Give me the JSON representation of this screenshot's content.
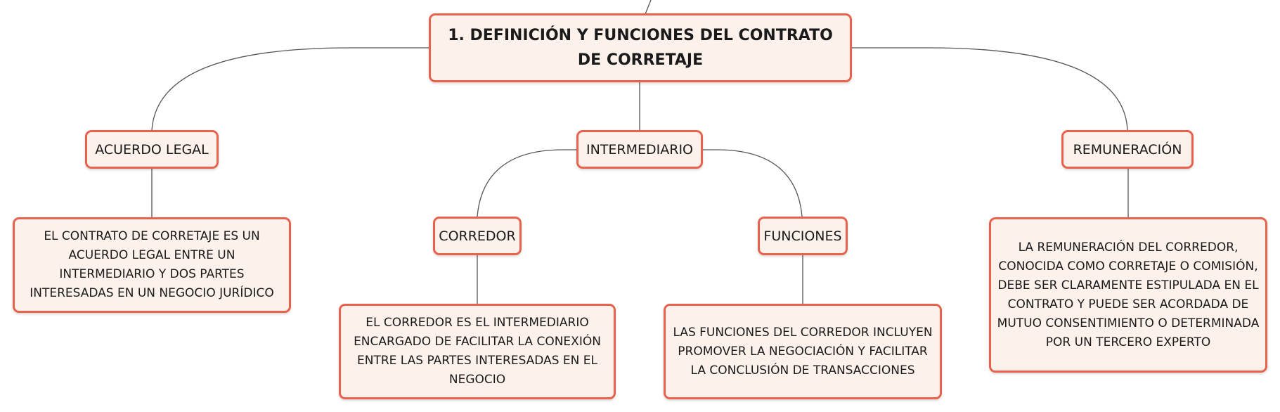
{
  "root": {
    "label": "1. DEFINICIÓN Y FUNCIONES DEL CONTRATO DE CORRETAJE"
  },
  "branches": {
    "acuerdo": "ACUERDO LEGAL",
    "intermediario": "INTERMEDIARIO",
    "remuneracion": "REMUNERACIÓN",
    "corredor": "CORREDOR",
    "funciones": "FUNCIONES"
  },
  "leaves": {
    "acuerdo_text": "EL CONTRATO DE CORRETAJE ES UN ACUERDO LEGAL ENTRE UN INTERMEDIARIO Y DOS PARTES INTERESADAS EN UN NEGOCIO JURÍDICO",
    "corredor_text": "EL CORREDOR ES EL INTERMEDIARIO ENCARGADO DE FACILITAR LA CONEXIÓN ENTRE LAS PARTES INTERESADAS EN EL NEGOCIO",
    "funciones_text": "LAS FUNCIONES DEL CORREDOR INCLUYEN PROMOVER LA NEGOCIACIÓN Y FACILITAR LA CONCLUSIÓN DE TRANSACCIONES",
    "remuneracion_text": "LA REMUNERACIÓN DEL CORREDOR, CONOCIDA COMO CORRETAJE O COMISIÓN, DEBE SER CLARAMENTE ESTIPULADA EN EL CONTRATO Y PUEDE SER ACORDADA DE MUTUO CONSENTIMIENTO O DETERMINADA POR UN TERCERO EXPERTO"
  },
  "colors": {
    "node_border": "#e8624d",
    "node_fill": "#fdf1ec",
    "connector": "#555555"
  }
}
